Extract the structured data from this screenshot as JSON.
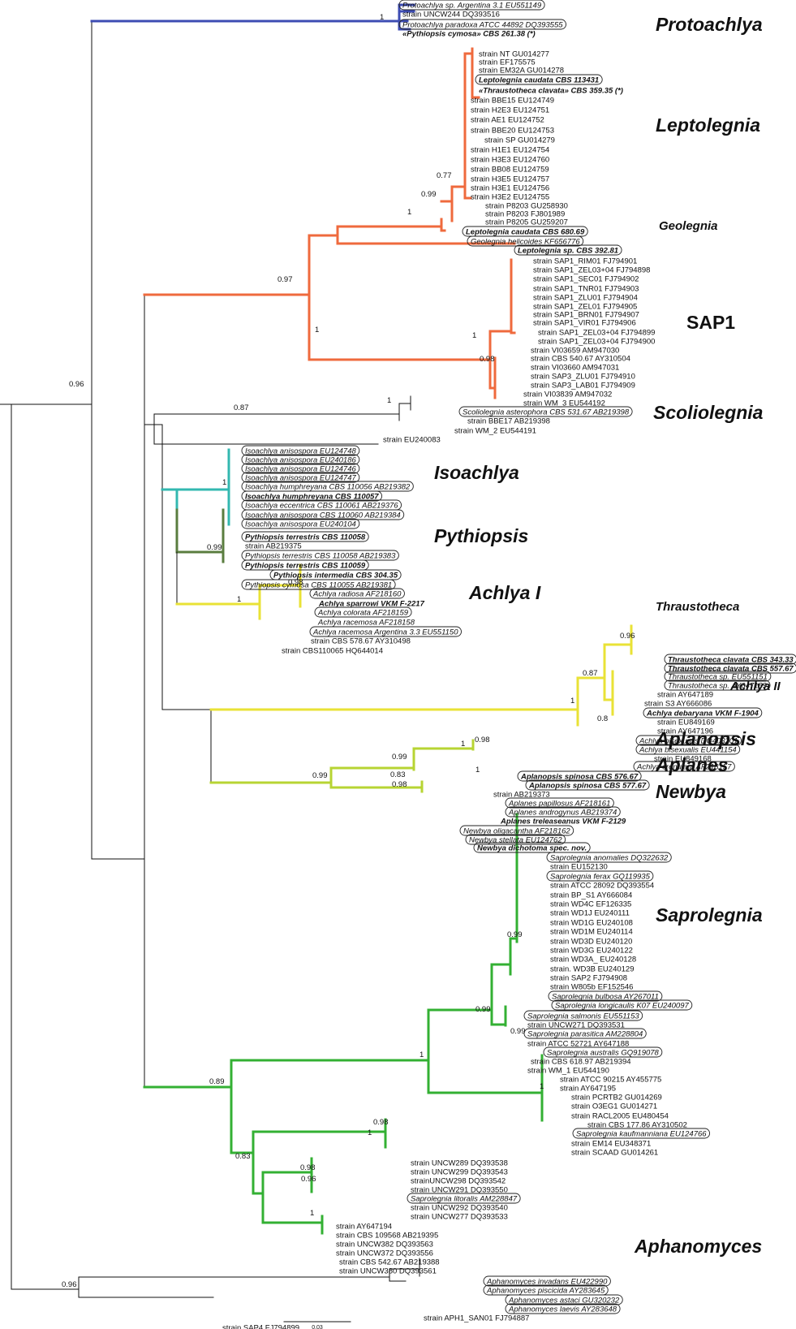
{
  "colors": {
    "protoachlya": "#3d4cb3",
    "leptolegnia": "#ef6a3d",
    "isoachlya": "#33b8b0",
    "pythiopsis": "#5a7d3f",
    "achlya": "#e9e236",
    "aplanopsis": "#b7d433",
    "saprolegnia": "#33b033",
    "black": "#111111"
  },
  "clades": [
    {
      "name": "Protoachlya",
      "size": "big"
    },
    {
      "name": "Leptolegnia",
      "size": "big"
    },
    {
      "name": "Geolegnia",
      "size": "small"
    },
    {
      "name": "SAP1",
      "size": "big",
      "upright": true
    },
    {
      "name": "Scoliolegnia",
      "size": "big"
    },
    {
      "name": "Isoachlya",
      "size": "big"
    },
    {
      "name": "Pythiopsis",
      "size": "big"
    },
    {
      "name": "Achlya I",
      "size": "big"
    },
    {
      "name": "Thraustotheca",
      "size": "small"
    },
    {
      "name": "Achlya II",
      "size": "small"
    },
    {
      "name": "Aplanopsis",
      "size": "big"
    },
    {
      "name": "Aplanes",
      "size": "big"
    },
    {
      "name": "Newbya",
      "size": "big"
    },
    {
      "name": "Saprolegnia",
      "size": "big"
    },
    {
      "name": "Aphanomyces",
      "size": "big"
    }
  ],
  "leaves": [
    {
      "text": "Protoachlya sp. Argentina 3.1 EU551149",
      "style": "i",
      "pill": true
    },
    {
      "text": "strain UNCW244 DQ393516",
      "style": "n"
    },
    {
      "text": "Protoachlya paradoxa ATCC 44892 DQ393555",
      "style": "i",
      "pill": true
    },
    {
      "text": "«Pythiopsis cymosa» CBS 261.38 (*)",
      "style": "bi"
    },
    {
      "text": "strain NT GU014277",
      "style": "n"
    },
    {
      "text": "strain  EF175575",
      "style": "n"
    },
    {
      "text": "strain EM32A GU014278",
      "style": "n"
    },
    {
      "text": "Leptolegnia caudata CBS 113431",
      "style": "bi",
      "pill": true
    },
    {
      "text": "«Thraustotheca clavata» CBS 359.35 (*)",
      "style": "bi"
    },
    {
      "text": "strain BBE15 EU124749",
      "style": "n"
    },
    {
      "text": "strain H2E3 EU124751",
      "style": "n"
    },
    {
      "text": "strain AE1 EU124752",
      "style": "n"
    },
    {
      "text": "strain BBE20 EU124753",
      "style": "n"
    },
    {
      "text": "strain SP GU014279",
      "style": "n"
    },
    {
      "text": "strain H1E1 EU124754",
      "style": "n"
    },
    {
      "text": "strain H3E3 EU124760",
      "style": "n"
    },
    {
      "text": "strain BB08 EU124759",
      "style": "n"
    },
    {
      "text": "strain H3E5 EU124757",
      "style": "n"
    },
    {
      "text": "strain H3E1 EU124756",
      "style": "n"
    },
    {
      "text": "strain H3E2 EU124755",
      "style": "n"
    },
    {
      "text": "strain P8203 GU258930",
      "style": "n"
    },
    {
      "text": "strain P8203 FJ801989",
      "style": "n"
    },
    {
      "text": "strain P8205 GU259207",
      "style": "n"
    },
    {
      "text": "Leptolegnia caudata CBS 680.69",
      "style": "bi",
      "pill": true
    },
    {
      "text": "Geolegnia helicoides KF656776",
      "style": "i",
      "pill": true
    },
    {
      "text": "Leptolegnia sp. CBS 392.81",
      "style": "bi",
      "pill": true
    },
    {
      "text": "strain  SAP1_RIM01 FJ794901",
      "style": "n"
    },
    {
      "text": "strain  SAP1_ZEL03+04 FJ794898",
      "style": "n"
    },
    {
      "text": "strain  SAP1_SEC01 FJ794902",
      "style": "n"
    },
    {
      "text": "strain  SAP1_TNR01 FJ794903",
      "style": "n"
    },
    {
      "text": "strain  SAP1_ZLU01 FJ794904",
      "style": "n"
    },
    {
      "text": "strain  SAP1_ZEL01 FJ794905",
      "style": "n"
    },
    {
      "text": "strain  SAP1_BRN01 FJ794907",
      "style": "n"
    },
    {
      "text": "strain  SAP1_VIR01 FJ794906",
      "style": "n"
    },
    {
      "text": "strain  SAP1_ZEL03+04 FJ794899",
      "style": "n"
    },
    {
      "text": "strain  SAP1_ZEL03+04 FJ794900",
      "style": "n"
    },
    {
      "text": "strain  VI03659 AM947030",
      "style": "n"
    },
    {
      "text": "strain  CBS 540.67 AY310504",
      "style": "n"
    },
    {
      "text": "strain  VI03660 AM947031",
      "style": "n"
    },
    {
      "text": "strain  SAP3_ZLU01 FJ794910",
      "style": "n"
    },
    {
      "text": "strain  SAP3_LAB01 FJ794909",
      "style": "n"
    },
    {
      "text": "strain VI03839 AM947032",
      "style": "n"
    },
    {
      "text": "strain WM_3 EU544192",
      "style": "n"
    },
    {
      "text": "Scoliolegnia asterophora CBS 531.67 AB219398",
      "style": "i",
      "pill": true
    },
    {
      "text": "strain BBE17 AB219398",
      "style": "n"
    },
    {
      "text": "strain WM_2 EU544191",
      "style": "n"
    },
    {
      "text": "strain EU240083",
      "style": "n"
    },
    {
      "text": "Isoachlya anisospora EU124748",
      "style": "i",
      "pill": true
    },
    {
      "text": "Isoachlya anisospora EU240186",
      "style": "i",
      "pill": true
    },
    {
      "text": "Isoachlya anisospora EU124746",
      "style": "i",
      "pill": true
    },
    {
      "text": "Isoachlya anisospora EU124747",
      "style": "i",
      "pill": true
    },
    {
      "text": "Isoachlya humphreyana CBS 110056 AB219382",
      "style": "i",
      "pill": true
    },
    {
      "text": "Isoachlya humphreyana CBS 110057",
      "style": "bi",
      "pill": true
    },
    {
      "text": "Isoachlya eccentrica CBS 110061 AB219376",
      "style": "i",
      "pill": true
    },
    {
      "text": "Isoachlya anisospora CBS 110060 AB219384",
      "style": "i",
      "pill": true
    },
    {
      "text": "Isoachlya anisospora EU240104",
      "style": "i",
      "pill": true
    },
    {
      "text": "Pythiopsis terrestris CBS 110058",
      "style": "bi",
      "pill": true
    },
    {
      "text": "strain AB219375",
      "style": "n"
    },
    {
      "text": "Pythiopsis terrestris CBS 110058 AB219383",
      "style": "i",
      "pill": true
    },
    {
      "text": "Pythiopsis terrestris CBS 110059",
      "style": "bi",
      "pill": true
    },
    {
      "text": "Pythiopsis intermedia CBS 304.35",
      "style": "bi",
      "pill": true
    },
    {
      "text": "Pythiopsis cymosa CBS 110055 AB219381",
      "style": "i",
      "pill": true
    },
    {
      "text": "Achlya radiosa AF218160",
      "style": "i",
      "pill": true
    },
    {
      "text": "Achlya sparrowi VKM F-2217",
      "style": "bi"
    },
    {
      "text": "Achlya colorata AF218159",
      "style": "i",
      "pill": true
    },
    {
      "text": "Achlya racemosa AF218158",
      "style": "i"
    },
    {
      "text": "Achlya racemosa Argentina 3.3 EU551150",
      "style": "i",
      "pill": true
    },
    {
      "text": "strain CBS 578.67 AY310498",
      "style": "n"
    },
    {
      "text": "strain CBS110065 HQ644014",
      "style": "n"
    },
    {
      "text": "Thraustotheca clavata CBS 343.33",
      "style": "bi",
      "pill": true
    },
    {
      "text": "Thraustotheca clavata CBS 557.67",
      "style": "bi",
      "pill": true
    },
    {
      "text": "Thraustotheca sp. EU551151",
      "style": "i",
      "pill": true
    },
    {
      "text": "Thraustotheca sp. AY647189",
      "style": "i",
      "pill": true
    },
    {
      "text": "strain AY647189",
      "style": "n"
    },
    {
      "text": "strain S3 AY666086",
      "style": "n"
    },
    {
      "text": "Achlya debaryana VKM F-1904",
      "style": "bi",
      "pill": true
    },
    {
      "text": "strain EU849169",
      "style": "n"
    },
    {
      "text": "strain AY647196",
      "style": "n"
    },
    {
      "text": "Achlya bisexualis DQ403201",
      "style": "i",
      "pill": true
    },
    {
      "text": "Achlya bisexualis EU441154",
      "style": "i",
      "pill": true
    },
    {
      "text": "strain EU849168",
      "style": "n"
    },
    {
      "text": "Achlya crenulata AF218157",
      "style": "i",
      "pill": true
    },
    {
      "text": "Aplanopsis spinosa CBS 576.67",
      "style": "bi",
      "pill": true
    },
    {
      "text": "Aplanopsis spinosa CBS 577.67",
      "style": "bi",
      "pill": true
    },
    {
      "text": "strain AB219373",
      "style": "n"
    },
    {
      "text": "Aplanes papillosus AF218161",
      "style": "i",
      "pill": true
    },
    {
      "text": "Aplanes androgynus AB219374",
      "style": "i",
      "pill": true
    },
    {
      "text": "Aplanes treleaseanus VKM F-2129",
      "style": "bi"
    },
    {
      "text": "Newbya oligacantha AF218162",
      "style": "i",
      "pill": true
    },
    {
      "text": "Newbya stellata EU124762",
      "style": "i",
      "pill": true
    },
    {
      "text": "Newbya dichotoma spec. nov.",
      "style": "bi",
      "pill": true
    },
    {
      "text": "Saprolegnia anomalies DQ322632",
      "style": "i",
      "pill": true
    },
    {
      "text": "strain EU152130",
      "style": "n"
    },
    {
      "text": "Saprolegnia ferax GQ119935",
      "style": "i",
      "pill": true
    },
    {
      "text": "strain  ATCC 28092 DQ393554",
      "style": "n"
    },
    {
      "text": "strain BP_S1 AY666084",
      "style": "n"
    },
    {
      "text": "strain WD4C EF126335",
      "style": "n"
    },
    {
      "text": "strain WD1J EU240111",
      "style": "n"
    },
    {
      "text": "strain WD1G EU240108",
      "style": "n"
    },
    {
      "text": "strain WD1M EU240114",
      "style": "n"
    },
    {
      "text": "strain WD3D EU240120",
      "style": "n"
    },
    {
      "text": "strain WD3G EU240122",
      "style": "n"
    },
    {
      "text": "strain WD3A_ EU240128",
      "style": "n"
    },
    {
      "text": "strain. WD3B EU240129",
      "style": "n"
    },
    {
      "text": "strain SAP2 FJ794908",
      "style": "n"
    },
    {
      "text": "strain W805b EF152546",
      "style": "n"
    },
    {
      "text": "Saprolegnia bulbosa AY267011",
      "style": "i",
      "pill": true
    },
    {
      "text": "Saprolegnia longicaulis K07 EU240097",
      "style": "i",
      "pill": true
    },
    {
      "text": "Saprolegnia salmonis EU551153",
      "style": "i",
      "pill": true
    },
    {
      "text": "strain UNCW271 DQ393531",
      "style": "n"
    },
    {
      "text": "Saprolegnia parasitica AM228804",
      "style": "i",
      "pill": true
    },
    {
      "text": "strain ATCC 52721 AY647188",
      "style": "n"
    },
    {
      "text": "Saprolegnia australis GQ919078",
      "style": "i",
      "pill": true
    },
    {
      "text": "strain CBS 618.97 AB219394",
      "style": "n"
    },
    {
      "text": "strain WM_1 EU544190",
      "style": "n"
    },
    {
      "text": "strain ATCC 90215 AY455775",
      "style": "n"
    },
    {
      "text": "strain AY647195",
      "style": "n"
    },
    {
      "text": "strain PCRTB2 GU014269",
      "style": "n"
    },
    {
      "text": "strain O3EG1 GU014271",
      "style": "n"
    },
    {
      "text": "strain RACL2005 EU480454",
      "style": "n"
    },
    {
      "text": "strain CBS 177.86 AY310502",
      "style": "n"
    },
    {
      "text": "Saprolegnia kaufmanniana EU124766",
      "style": "i",
      "pill": true
    },
    {
      "text": "strain EM14 EU348371",
      "style": "n"
    },
    {
      "text": "strain SCAAD GU014261",
      "style": "n"
    },
    {
      "text": "strain UNCW289 DQ393538",
      "style": "n"
    },
    {
      "text": "strain UNCW299 DQ393543",
      "style": "n"
    },
    {
      "text": "strainUNCW298 DQ393542",
      "style": "n"
    },
    {
      "text": "strain UNCW291 DQ393550",
      "style": "n"
    },
    {
      "text": "Saprolegnia litoralis AM228847",
      "style": "i",
      "pill": true
    },
    {
      "text": "strain UNCW292 DQ393540",
      "style": "n"
    },
    {
      "text": "strain UNCW277 DQ393533",
      "style": "n"
    },
    {
      "text": "strain AY647194",
      "style": "n"
    },
    {
      "text": "strain CBS 109568 AB219395",
      "style": "n"
    },
    {
      "text": "strain UNCW382 DQ393563",
      "style": "n"
    },
    {
      "text": "strain UNCW372 DQ393556",
      "style": "n"
    },
    {
      "text": "strain CBS 542.67 AB219388",
      "style": "n"
    },
    {
      "text": "strain UNCW380 DQ393561",
      "style": "n"
    },
    {
      "text": "Aphanomyces invadans EU422990",
      "style": "i",
      "pill": true
    },
    {
      "text": "Aphanomyces piscicida AY283645",
      "style": "i",
      "pill": true
    },
    {
      "text": "Aphanomyces astaci GU320232",
      "style": "i",
      "pill": true
    },
    {
      "text": "Aphanomyces laevis AY283648",
      "style": "i",
      "pill": true
    },
    {
      "text": "strain APH1_SAN01 FJ794887",
      "style": "n"
    },
    {
      "text": "strain SAP4 FJ794899",
      "style": "n"
    }
  ],
  "supports": [
    "1",
    "0.77",
    "0.99",
    "1",
    "0.97",
    "1",
    "1",
    "0.98",
    "0.96",
    "0.87",
    "1",
    "1",
    "0.99",
    "1",
    "0.98",
    "0.96",
    "0.87",
    "0.8",
    "1",
    "0.98",
    "1",
    "0.99",
    "1",
    "0.99",
    "0.83",
    "0.98",
    "0.99",
    "0.99",
    "0.99",
    "1",
    "0.89",
    "0.98",
    "1",
    "0.83",
    "0.98",
    "0.96",
    "1",
    "1",
    "0.96"
  ],
  "scale_bar": {
    "label": "0.03"
  }
}
